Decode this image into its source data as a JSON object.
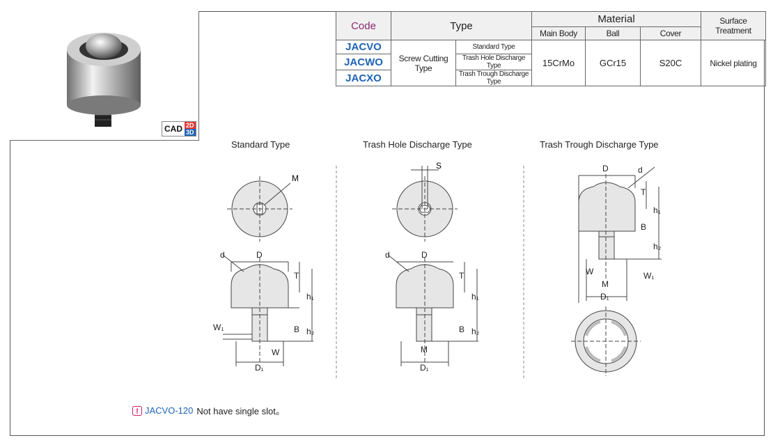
{
  "photo": {
    "cad_label": "CAD",
    "cad_2d": "2D",
    "cad_3d": "3D"
  },
  "table": {
    "code_header": "Code",
    "type_header": "Type",
    "material_header": "Material",
    "material_cols": [
      "Main Body",
      "Ball",
      "Cover"
    ],
    "surface_header": "Surface Treatment",
    "codes": [
      "JACVO",
      "JACWO",
      "JACXO"
    ],
    "type_group": "Screw Cutting Type",
    "subtypes": [
      "Standard Type",
      "Trash Hole Discharge Type",
      "Trash Trough Discharge Type"
    ],
    "main_body": "15CrMo",
    "ball": "GCr15",
    "cover": "S20C",
    "surface": "Nickel plating"
  },
  "drawings": {
    "standard_title": "Standard Type",
    "hole_title": "Trash Hole Discharge Type",
    "trough_title": "Trash Trough Discharge Type",
    "labels": {
      "M": "M",
      "d": "d",
      "D": "D",
      "T": "T",
      "h1": "h₁",
      "h2": "h₂",
      "B": "B",
      "W": "W",
      "W1": "W₁",
      "D1": "D₁",
      "S": "S"
    }
  },
  "note": {
    "code": "JACVO-120",
    "text": "Not have single slot。"
  }
}
